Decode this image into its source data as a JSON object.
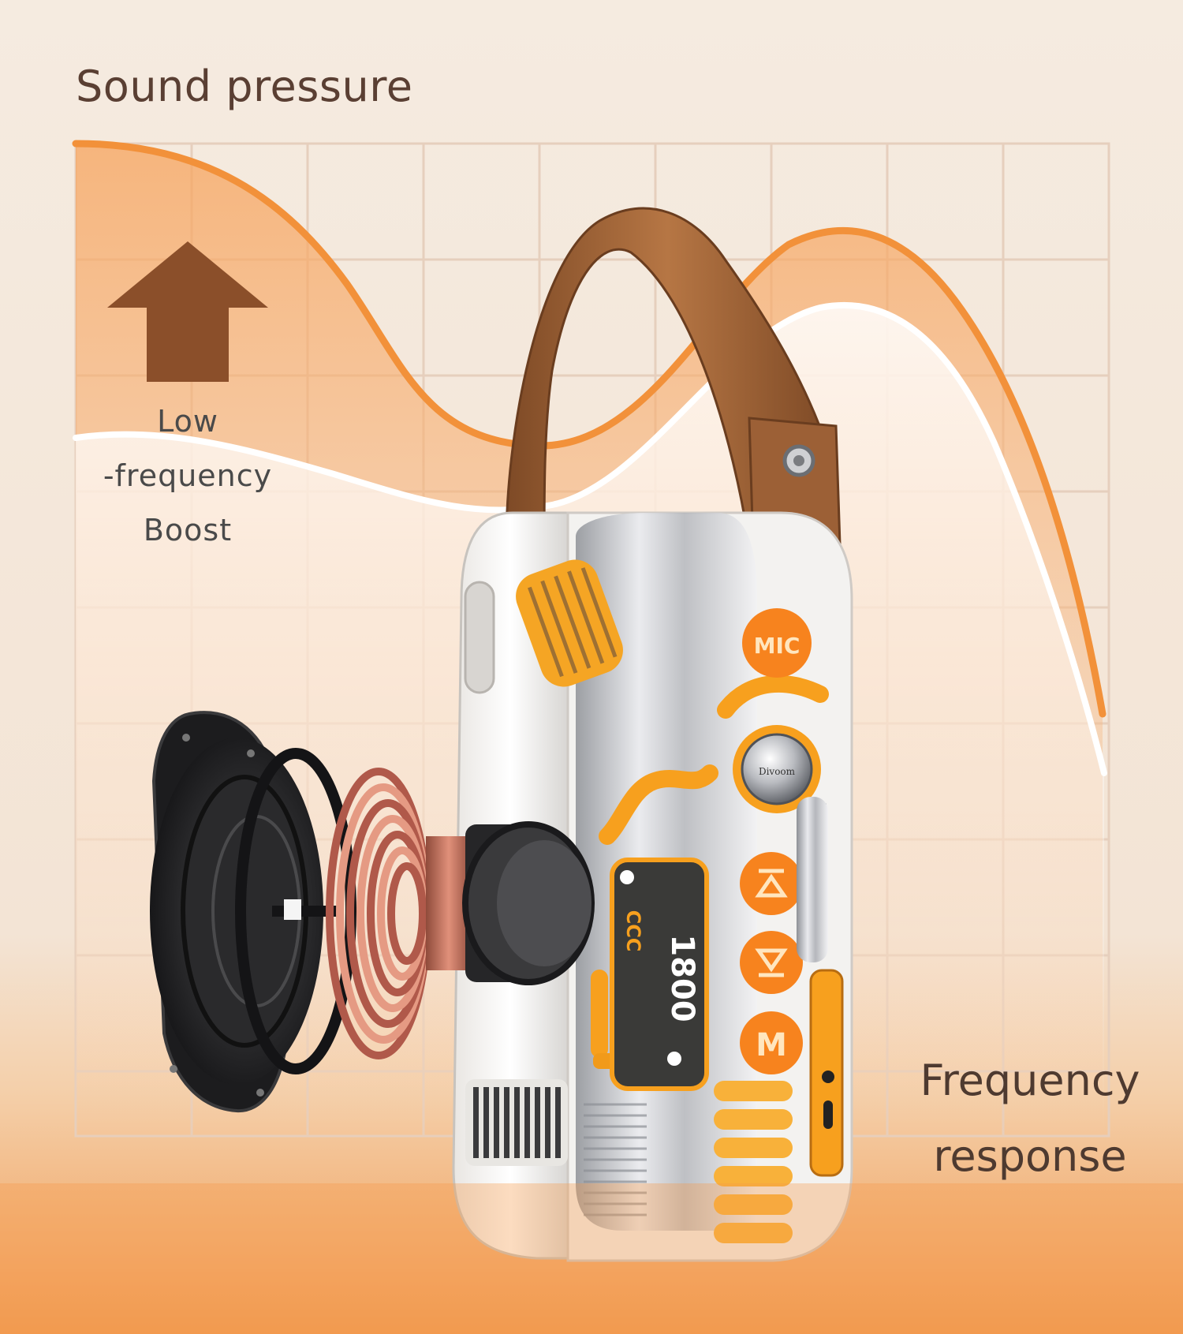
{
  "labels": {
    "title": "Sound pressure",
    "boost_line1": "Low",
    "boost_line2": "-frequency",
    "boost_line3": "Boost",
    "freq_line1": "Frequency",
    "freq_line2": "response"
  },
  "speaker": {
    "mic_label": "MIC",
    "display_number": "1800",
    "mode_label": "M",
    "display_symbol": "CCC",
    "knob_brand": "Divoom"
  },
  "icons": {
    "boost_arrow": "up-arrow-icon",
    "prev_button": "prev-track-icon",
    "next_button": "next-track-icon"
  },
  "colors": {
    "background": "#f4e8dc",
    "grid": "#e6cfbd",
    "curve_orange": "#f2913a",
    "curve_white": "#ffffff",
    "arrow_brown": "#8b4f2a",
    "strap_brown": "#9c6036",
    "speaker_orange": "#f7a01e",
    "speaker_chrome": "#c9cbd0",
    "driver_black": "#222222",
    "coil_copper": "#c56c55"
  }
}
